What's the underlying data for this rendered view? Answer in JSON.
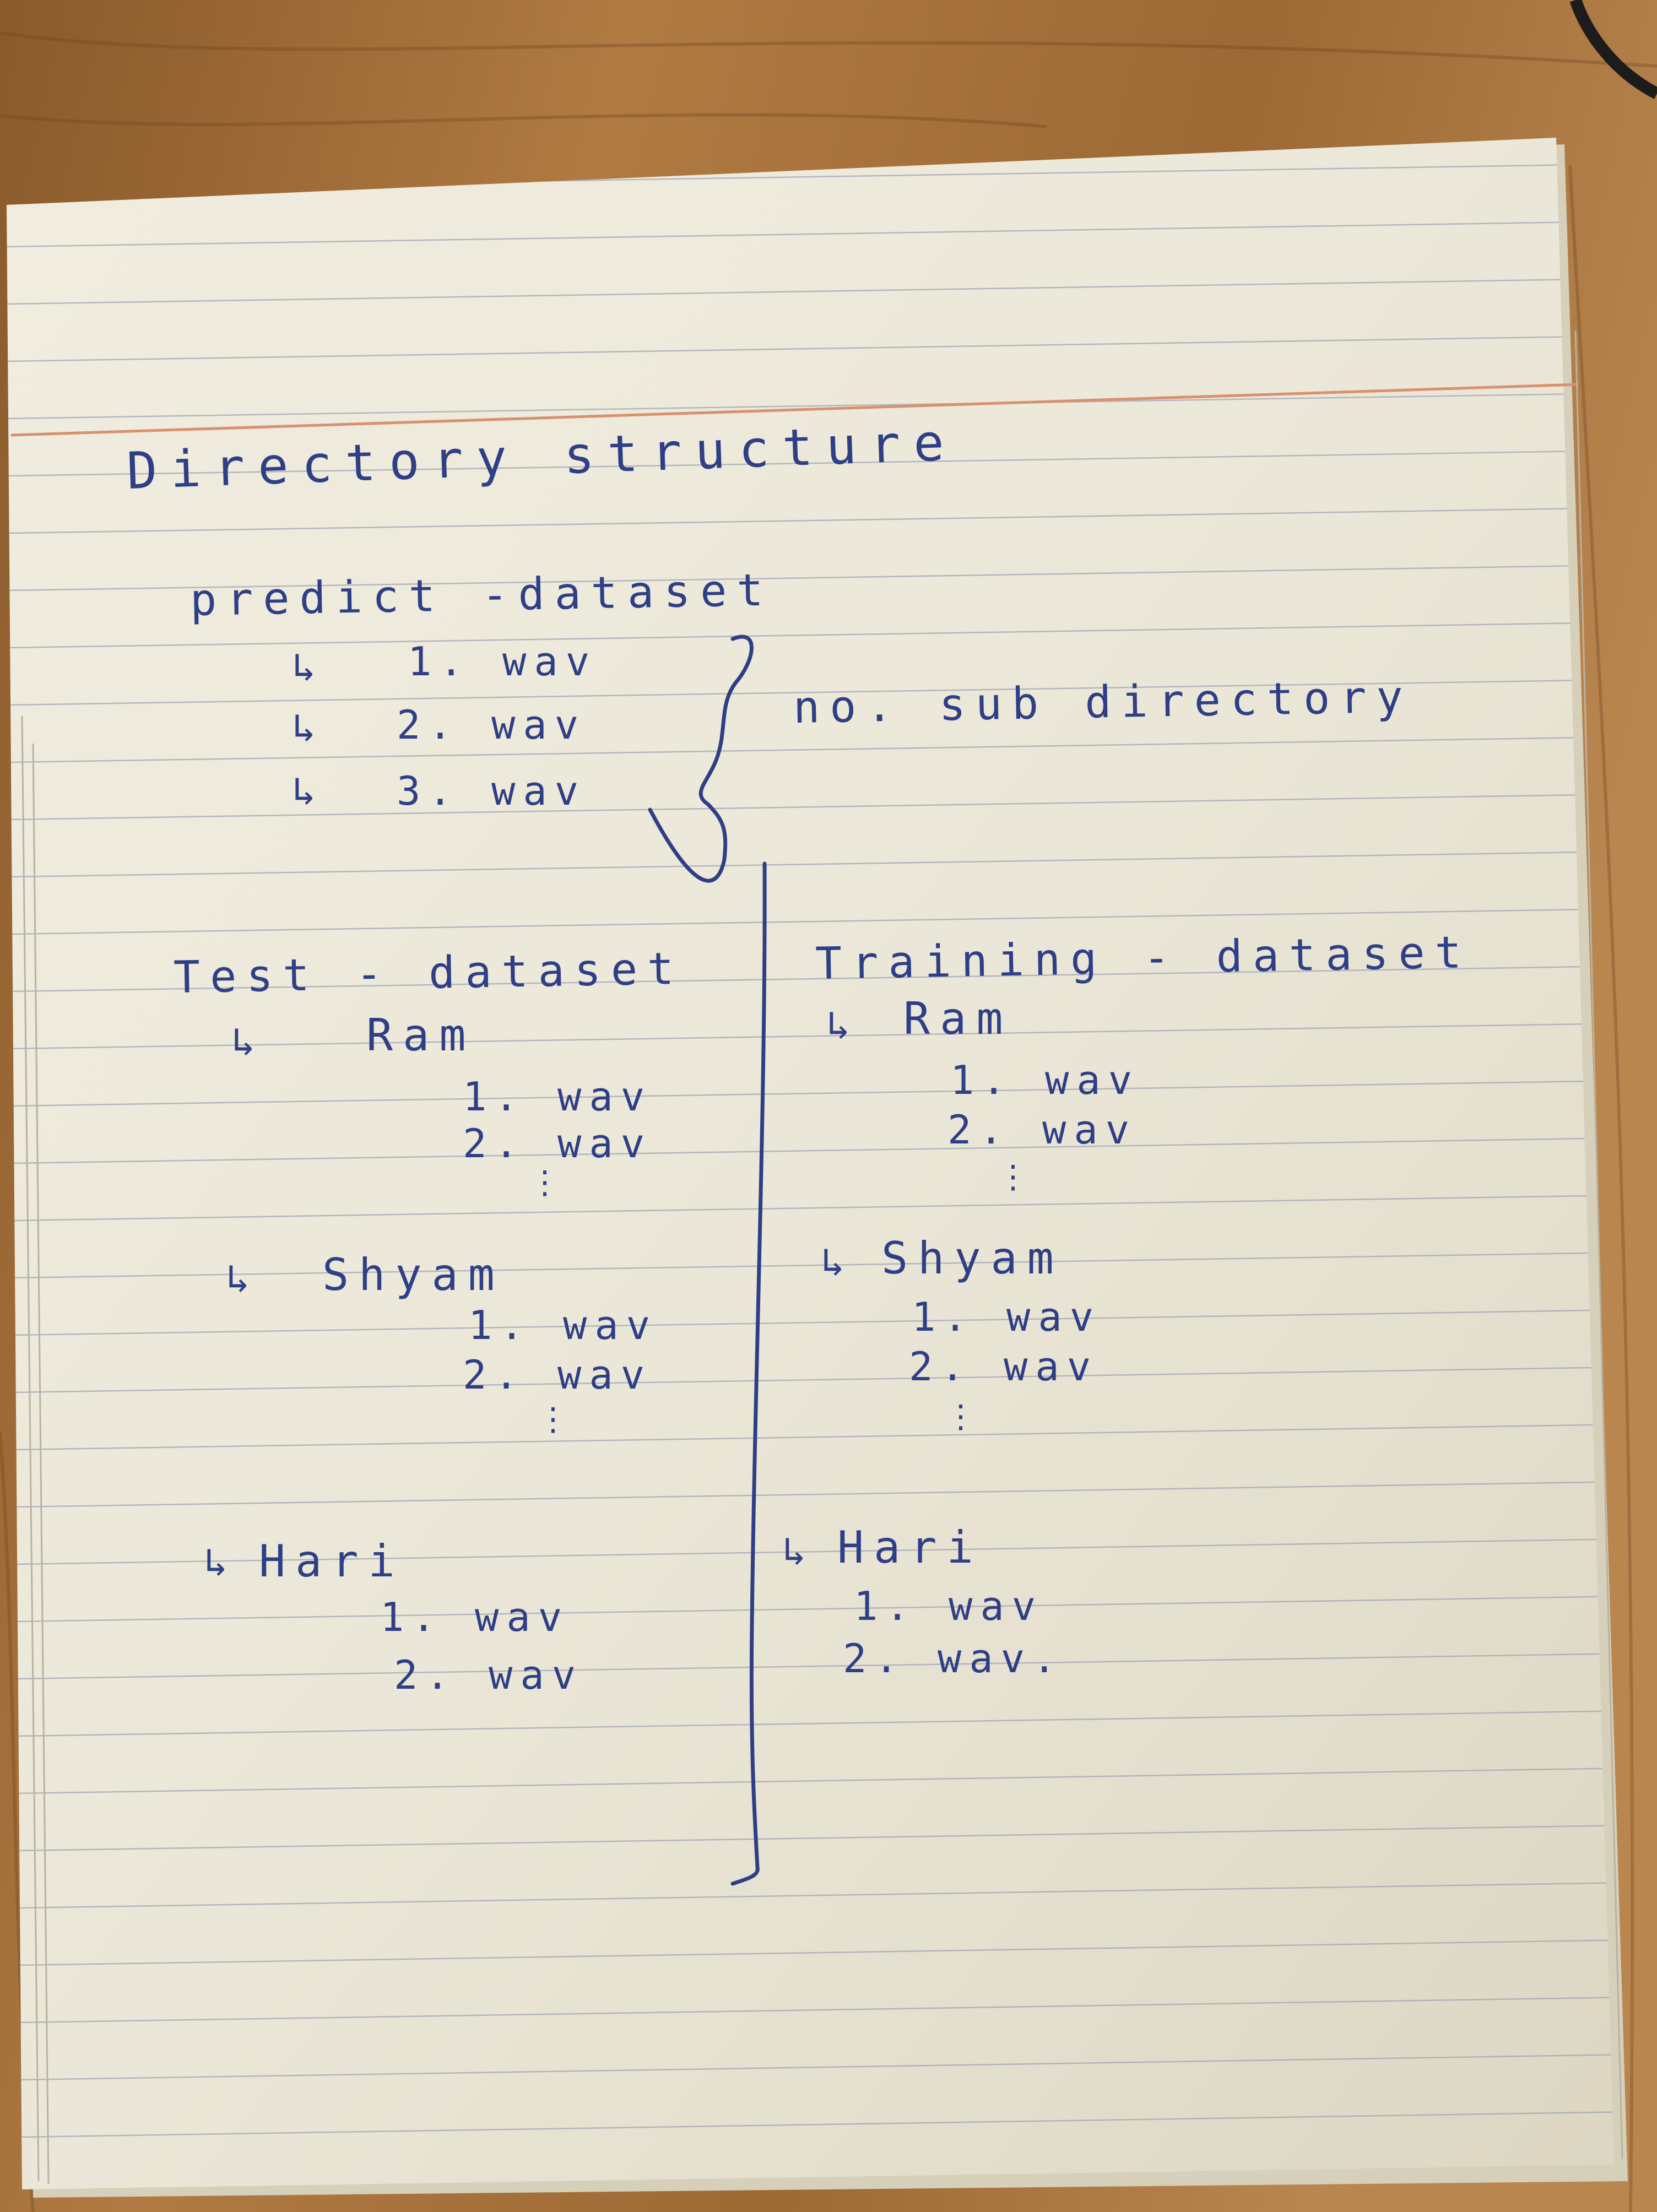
{
  "notebook": {
    "title": "Directory structure",
    "predict": {
      "heading": "predict -dataset",
      "files": [
        "1. wav",
        "2. wav",
        "3. wav"
      ],
      "arrow": "↳",
      "note": "no. sub directory"
    },
    "test": {
      "heading": "Test - dataset",
      "arrow": "↳",
      "groups": [
        {
          "name": "Ram",
          "files": [
            "1. wav",
            "2. wav"
          ],
          "more": "⋮"
        },
        {
          "name": "Shyam",
          "files": [
            "1. wav",
            "2. wav"
          ],
          "more": "⋮"
        },
        {
          "name": "Hari",
          "files": [
            "1. wav",
            "2. wav"
          ]
        }
      ]
    },
    "training": {
      "heading": "Training - dataset",
      "arrow": "↳",
      "groups": [
        {
          "name": "Ram",
          "files": [
            "1. wav",
            "2. wav"
          ],
          "more": "⋮"
        },
        {
          "name": "Shyam",
          "files": [
            "1. wav",
            "2. wav"
          ],
          "more": "⋮"
        },
        {
          "name": "Hari",
          "files": [
            "1. wav",
            "2. wav."
          ]
        }
      ]
    }
  },
  "colors": {
    "ink": "#2f3f86",
    "paper": "#eeeadb",
    "rule": "#9fa6b4",
    "margin_rule": "#d9906e",
    "table": "#a8743e"
  }
}
